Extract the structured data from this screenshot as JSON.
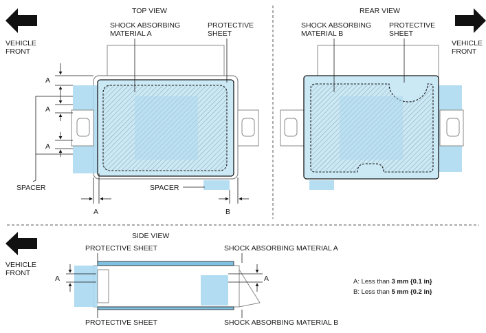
{
  "top_view": {
    "title": "TOP VIEW",
    "vehicle_front": [
      "VEHICLE",
      "FRONT"
    ],
    "shock_a": [
      "SHOCK ABSORBING",
      "MATERIAL A"
    ],
    "protective_sheet": [
      "PROTECTIVE",
      "SHEET"
    ],
    "spacer_left": "SPACER",
    "spacer_bottom": "SPACER",
    "dim_a": "A",
    "dim_b": "B"
  },
  "rear_view": {
    "title": "REAR VIEW",
    "vehicle_front": [
      "VEHICLE",
      "FRONT"
    ],
    "shock_b": [
      "SHOCK ABSORBING",
      "MATERIAL B"
    ],
    "protective_sheet": [
      "PROTECTIVE",
      "SHEET"
    ]
  },
  "side_view": {
    "title": "SIDE VIEW",
    "vehicle_front": [
      "VEHICLE",
      "FRONT"
    ],
    "protective_top": "PROTECTIVE SHEET",
    "shock_a": "SHOCK ABSORBING MATERIAL A",
    "protective_bottom": "PROTECTIVE SHEET",
    "shock_b": "SHOCK ABSORBING MATERIAL B",
    "dim_a": "A"
  },
  "legend": {
    "a_prefix": "A: Less than ",
    "a_value": "3 mm {0.1 in}",
    "b_prefix": "B: Less than ",
    "b_value": "5 mm {0.2 in}"
  },
  "colors": {
    "sheet_fill": "#cbe8f5",
    "spacer_fill": "#a9d8f0",
    "outline": "#1a1a1a",
    "housing": "#888888"
  }
}
